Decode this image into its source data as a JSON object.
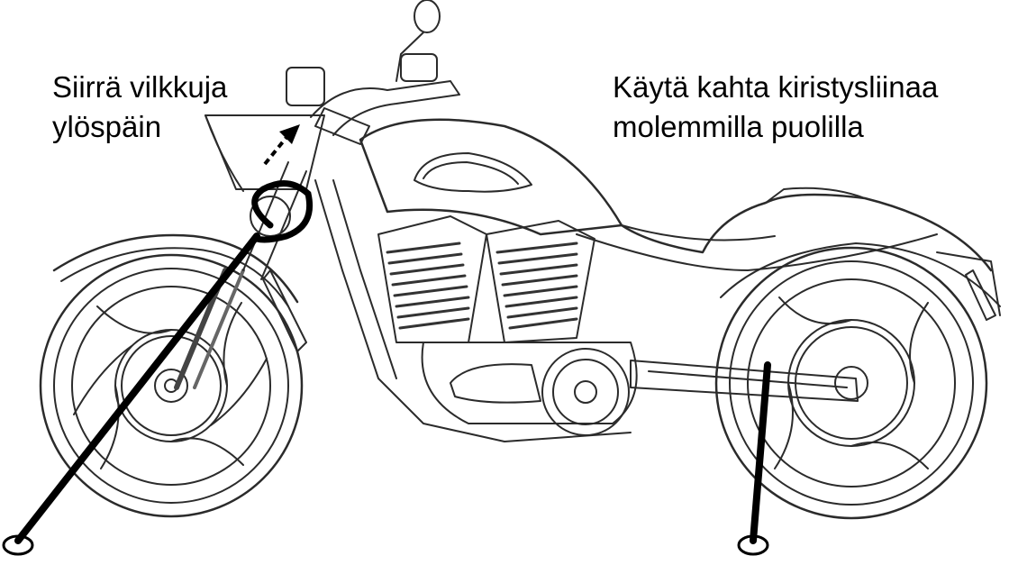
{
  "annotations": {
    "turn_signals": {
      "line1": "Siirrä vilkkuja",
      "line2": "ylöspäin"
    },
    "straps": {
      "line1": "Käytä kahta kiristysliinaa",
      "line2": "molemmilla puolilla"
    }
  },
  "colors": {
    "ink": "#000000",
    "drawing": "#2b2b2b",
    "background": "#ffffff"
  },
  "illustration": {
    "subject": "motorcycle-side-view",
    "icons": [
      "front-wheel-icon",
      "rear-wheel-icon",
      "engine-icon",
      "fuel-tank-icon",
      "handlebar-icon",
      "turn-signal-icon",
      "tie-down-strap-icon",
      "anchor-point-icon",
      "move-up-arrow-icon"
    ]
  }
}
